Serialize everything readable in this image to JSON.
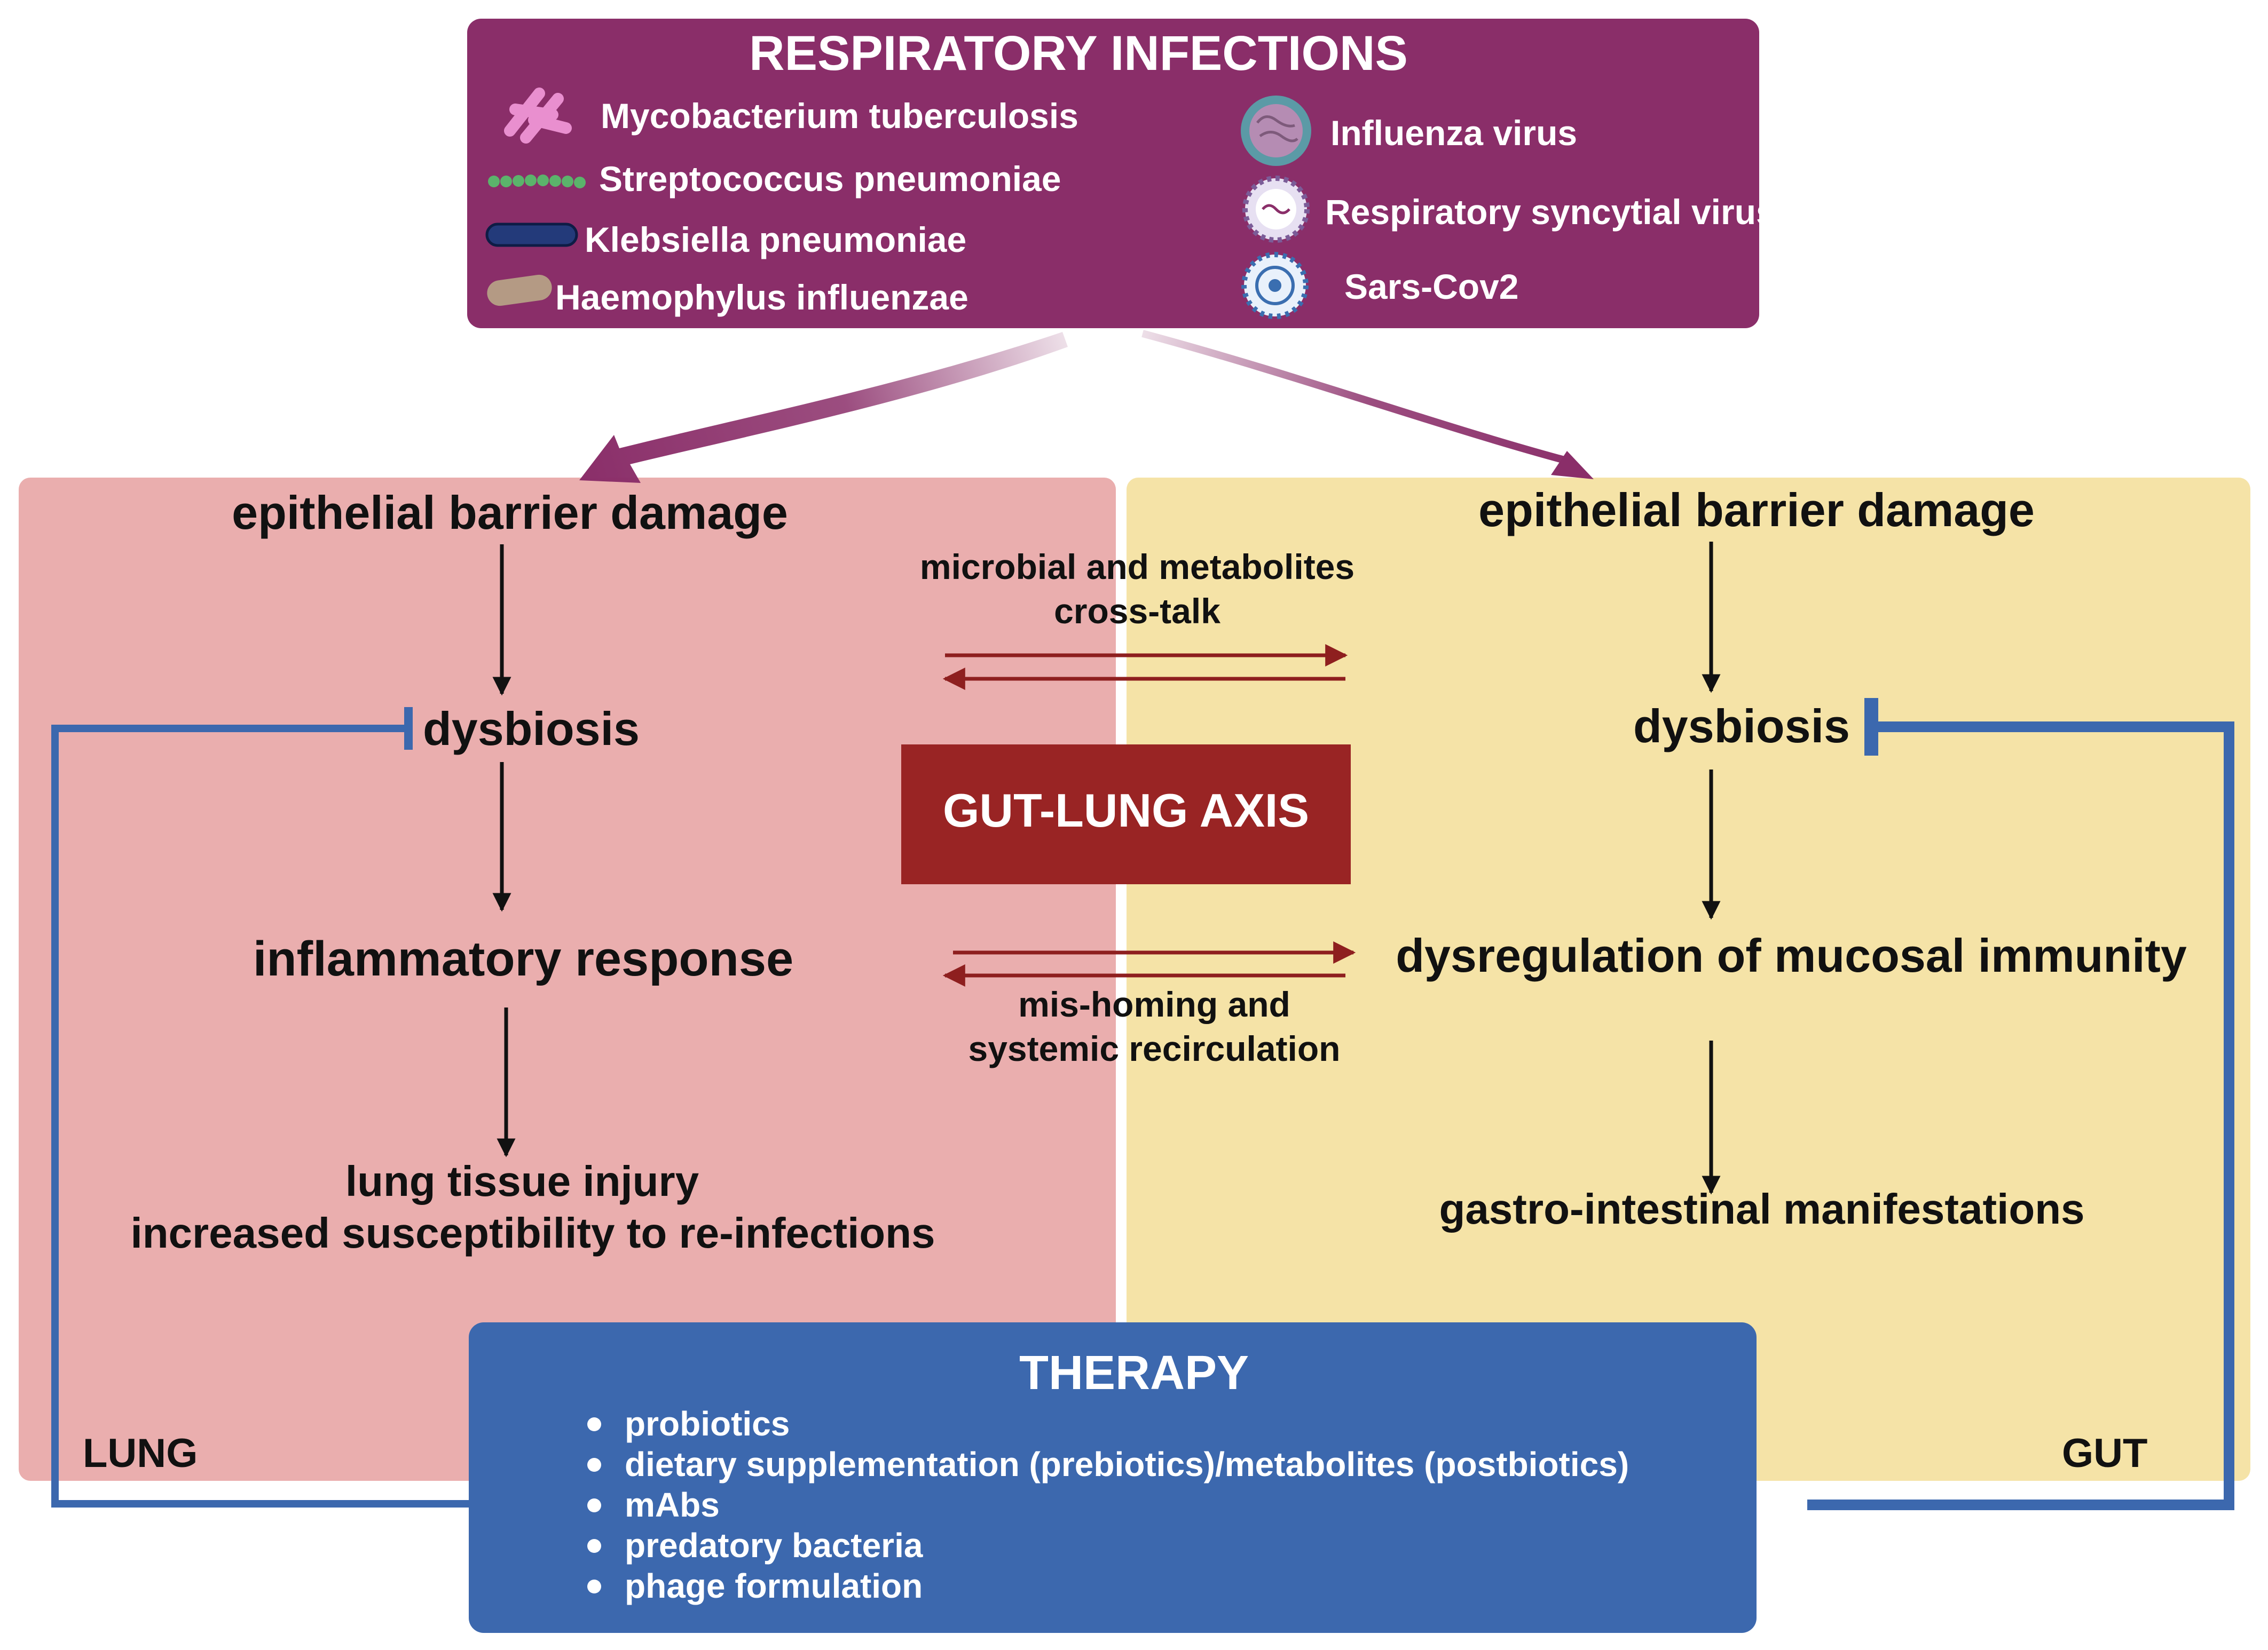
{
  "infections": {
    "title": "RESPIRATORY INFECTIONS",
    "bacteria": [
      {
        "label": "Mycobacterium tuberculosis",
        "icon": "rod-bacteria-cluster-icon"
      },
      {
        "label": "Streptococcus pneumoniae",
        "icon": "cocci-chain-icon"
      },
      {
        "label": "Klebsiella pneumoniae",
        "icon": "bacillus-icon"
      },
      {
        "label": "Haemophylus influenzae",
        "icon": "capsule-bacterium-icon"
      }
    ],
    "viruses": [
      {
        "label": "Influenza virus",
        "icon": "influenza-virus-icon"
      },
      {
        "label": "Respiratory syncytial virus",
        "icon": "rsv-virus-icon"
      },
      {
        "label": "Sars-Cov2",
        "icon": "coronavirus-icon"
      }
    ]
  },
  "lung": {
    "label": "LUNG",
    "steps": {
      "barrier": "epithelial barrier damage",
      "dysbiosis": "dysbiosis",
      "inflammation": "inflammatory response",
      "injury_line1": "lung tissue injury",
      "injury_line2": "increased susceptibility to re-infections"
    }
  },
  "gut": {
    "label": "GUT",
    "steps": {
      "barrier": "epithelial barrier damage",
      "dysbiosis": "dysbiosis",
      "immunity": "dysregulation of mucosal immunity",
      "manifestations": "gastro-intestinal manifestations"
    }
  },
  "axis": {
    "title": "GUT-LUNG AXIS",
    "crosstalk_line1": "microbial and metabolites",
    "crosstalk_line2": "cross-talk",
    "homing_line1": "mis-homing and",
    "homing_line2": "systemic recirculation"
  },
  "therapy": {
    "title": "THERAPY",
    "items": [
      "probiotics",
      "dietary supplementation (prebiotics)/metabolites (postbiotics)",
      "mAbs",
      "predatory bacteria",
      "phage formulation"
    ]
  },
  "colors": {
    "infection_box": "#8a2e69",
    "lung_panel": "#eaaeae",
    "gut_panel": "#f5e3a7",
    "axis_box": "#992424",
    "therapy_box": "#3c68ae",
    "inhibition_line": "#3c68ae",
    "exchange_arrow": "#8e1f1f"
  }
}
